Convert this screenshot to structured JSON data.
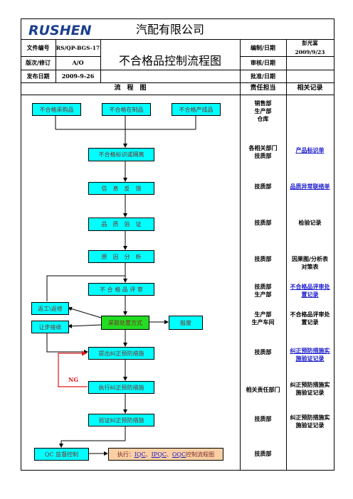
{
  "header": {
    "logo_text": "RUSHEN",
    "company": "汽配有限公司",
    "doc_title": "不合格品控制流程图",
    "doc_no_label": "文件编号",
    "doc_no_value": "RS/QP-BGS-17",
    "version_label": "版次/修订",
    "version_value": "A/O",
    "date_label": "发布日期",
    "date_value": "2009-9-26",
    "prepared_label": "编制/日期",
    "prepared_value": "彭光富\n2009/9/23",
    "review_label": "审核/日期",
    "approve_label": "批准/日期"
  },
  "columns": {
    "flow": "流　程　图",
    "responsibility": "责任担当",
    "records": "相关记录"
  },
  "flow": {
    "src1": "不合格采购品",
    "src2": "不合格在制品",
    "src3": "不合格产成品",
    "s1": "不合格标识或隔离",
    "s2": "信　息　反　馈",
    "s3": "品　质　验　证",
    "s4": "原　因　分　析",
    "s5": "不 合 格 品 评 审",
    "dispose": "采取处置方式",
    "rework": "返工\\返修",
    "concession": "让步接收",
    "scrap": "报废",
    "s6": "提出纠正预防措施",
    "s7": "执行纠正预防措施",
    "ng": "NG",
    "s8": "验证纠正预防措施",
    "qc": "QC 监督控制",
    "exec_prefix": "执行：",
    "exec_iqc": "IQC",
    "exec_sep": "、",
    "exec_ipqc": "IPQC",
    "exec_oqc": "OQC",
    "exec_suffix": "控制流程图"
  },
  "rows": [
    {
      "resp": "销售部\n生产部\n仓库",
      "rec": ""
    },
    {
      "resp": "各相关部门\n技质部",
      "rec": "产品标识单"
    },
    {
      "resp": "技质部",
      "rec": "品质异常联络单"
    },
    {
      "resp": "技质部",
      "rec": "检验记录"
    },
    {
      "resp": "技质部",
      "rec": "因果图/分析表\n对策表"
    },
    {
      "resp": "技质部\n生产部",
      "rec": "不合格品评审处\n置记录"
    },
    {
      "resp": "生产部\n生产车间",
      "rec": "不合格品评审处\n置记录"
    },
    {
      "resp": "技质部",
      "rec": "纠正预防措施实\n施验证记录"
    },
    {
      "resp": "相关责任部门",
      "rec": "纠正预防措施实\n施验证记录"
    },
    {
      "resp": "技质部",
      "rec": "纠正预防措施实\n施验证记录"
    },
    {
      "resp": "技质部",
      "rec": ""
    }
  ]
}
